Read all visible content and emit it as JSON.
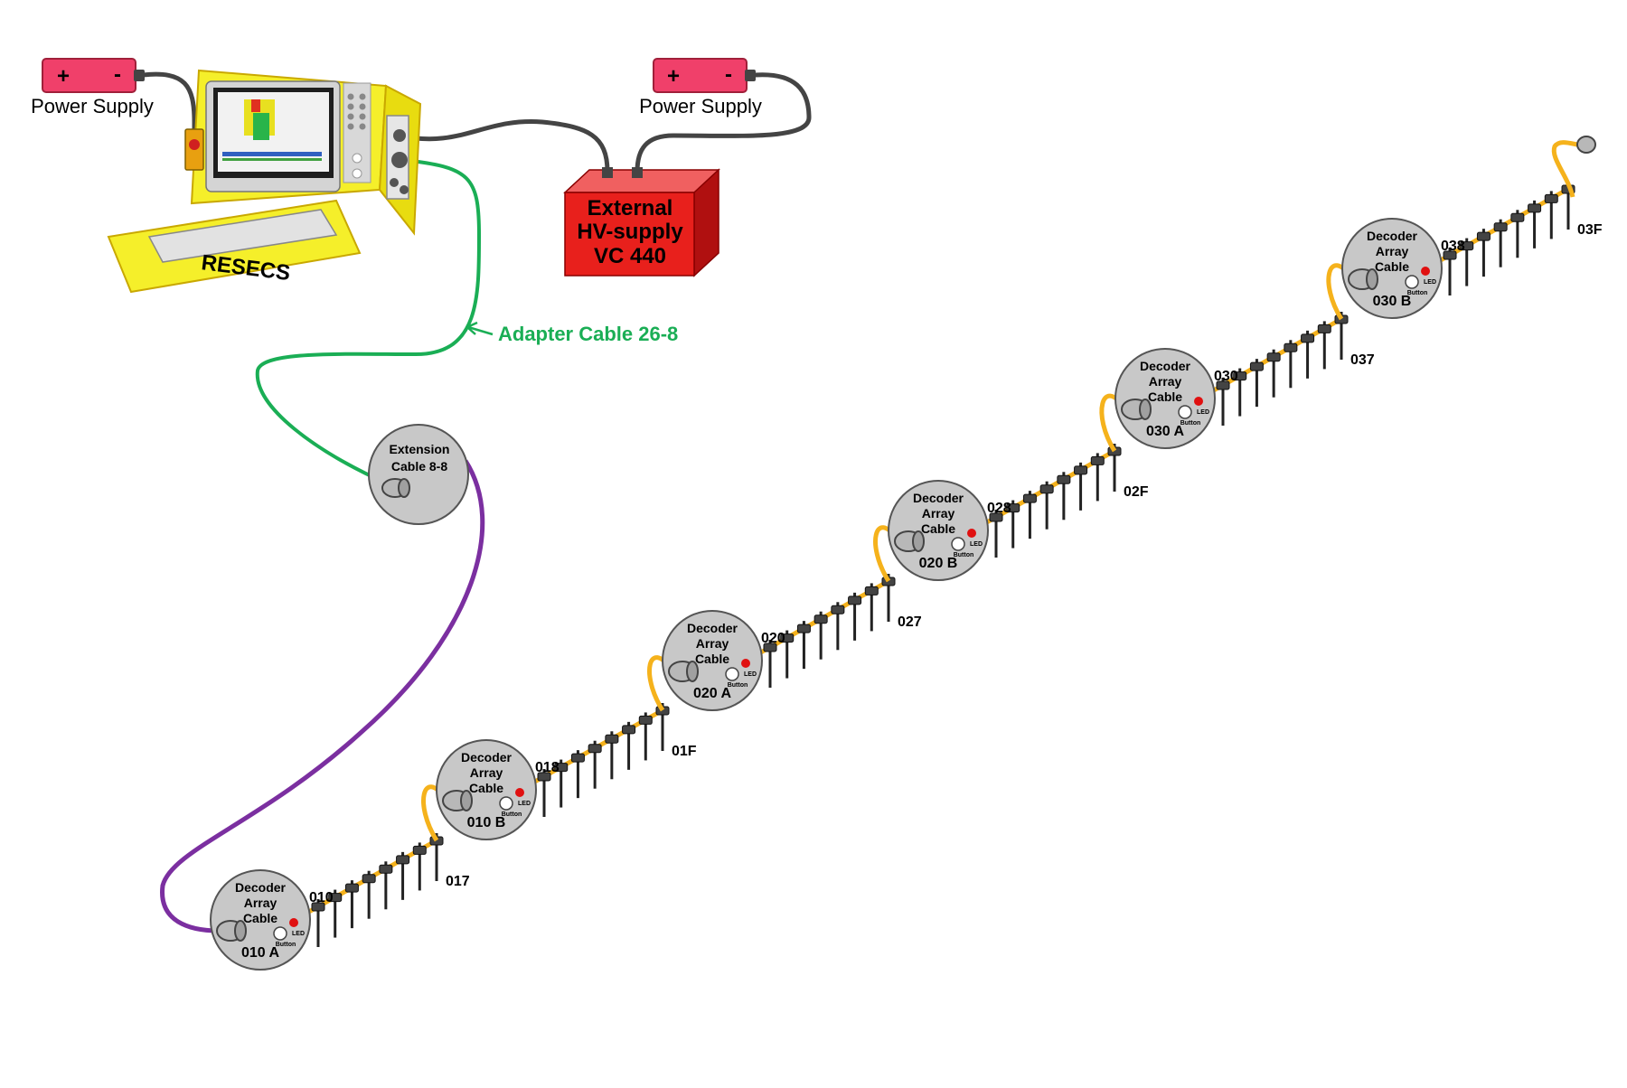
{
  "power_supplies": [
    {
      "plus": "+",
      "minus": "-",
      "label": "Power Supply"
    },
    {
      "plus": "+",
      "minus": "-",
      "label": "Power Supply"
    }
  ],
  "resecs": {
    "label": "RESECS"
  },
  "hv_supply": {
    "line1": "External",
    "line2": "HV-supply",
    "line3": "VC 440"
  },
  "adapter_cable": {
    "label": "Adapter Cable 26-8"
  },
  "extension_cable": {
    "line1": "Extension",
    "line2": "Cable 8-8"
  },
  "decoders": [
    {
      "line1": "Decoder",
      "line2": "Array",
      "line3": "Cable",
      "id": "010 A",
      "led": "LED",
      "button": "Button",
      "first": "010",
      "last": "017"
    },
    {
      "line1": "Decoder",
      "line2": "Array",
      "line3": "Cable",
      "id": "010 B",
      "led": "LED",
      "button": "Button",
      "first": "018",
      "last": "01F"
    },
    {
      "line1": "Decoder",
      "line2": "Array",
      "line3": "Cable",
      "id": "020 A",
      "led": "LED",
      "button": "Button",
      "first": "020",
      "last": "027"
    },
    {
      "line1": "Decoder",
      "line2": "Array",
      "line3": "Cable",
      "id": "020 B",
      "led": "LED",
      "button": "Button",
      "first": "028",
      "last": "02F"
    },
    {
      "line1": "Decoder",
      "line2": "Array",
      "line3": "Cable",
      "id": "030 A",
      "led": "LED",
      "button": "Button",
      "first": "030",
      "last": "037"
    },
    {
      "line1": "Decoder",
      "line2": "Array",
      "line3": "Cable",
      "id": "030 B",
      "led": "LED",
      "button": "Button",
      "first": "038",
      "last": "03F"
    }
  ],
  "colors": {
    "battery": "#f0406a",
    "resecs": "#f5ef2a",
    "hv_box": "#e8201c",
    "adapter_cable": "#1aae55",
    "extension_cable": "#7b2fa0",
    "array_cable": "#f5b21c",
    "disc": "#c8c8c8",
    "wire": "#444444",
    "led": "#e01010"
  }
}
